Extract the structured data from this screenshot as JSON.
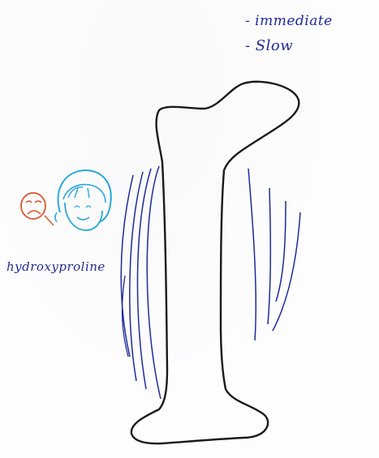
{
  "notes": [
    {
      "text": "- immediate"
    },
    {
      "text": "- Slow"
    }
  ],
  "label": {
    "text": "hydroxyproline"
  },
  "colors": {
    "ink_blue": "#1f2a9a",
    "ink_black": "#1a1a1a",
    "ink_cyan": "#2aa7d8",
    "ink_red": "#d9542b",
    "paper": "#fdfdfe"
  },
  "icons": [
    "sad-face-icon",
    "happy-person-face-icon",
    "leg-outline-icon"
  ]
}
